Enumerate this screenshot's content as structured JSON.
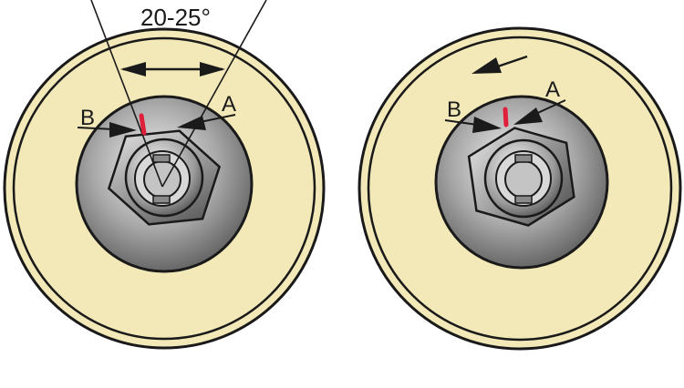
{
  "angle_label": "20-25°",
  "left_figure": {
    "label_a": "A",
    "label_b": "B"
  },
  "right_figure": {
    "label_a": "A",
    "label_b": "B"
  },
  "colors": {
    "outer_disc_fill": "#f2e8b8",
    "outline": "#1a1a1a",
    "hub_fill": "#8a8a8a",
    "hex_fill": "#bdbdbd",
    "mark_red": "#e0203a",
    "background": "#ffffff"
  },
  "icons": {
    "left_double_arrow": "double-headed-arrow-icon",
    "right_rotation_arrow": "left-arrow-icon"
  }
}
